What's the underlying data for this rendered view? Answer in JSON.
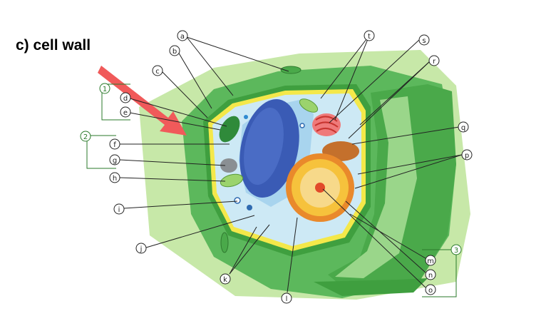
{
  "heading": "c) cell wall",
  "labels": {
    "a": "a",
    "b": "b",
    "c": "c",
    "d": "d",
    "e": "e",
    "f": "f",
    "g": "g",
    "h": "h",
    "i": "i",
    "j": "j",
    "k": "k",
    "l": "l",
    "m": "m",
    "n": "n",
    "o": "o",
    "p": "p",
    "q": "q",
    "r": "r",
    "s": "s",
    "t": "t"
  },
  "groups": {
    "g1": "1",
    "g2": "2",
    "g3": "3"
  },
  "colors": {
    "arrow": "#f05a5a",
    "cell_wall": "#5cb85c",
    "cytoplasm": "#cde9f5",
    "nucleus": "#3a5bb5",
    "membrane": "#f2e64a"
  }
}
